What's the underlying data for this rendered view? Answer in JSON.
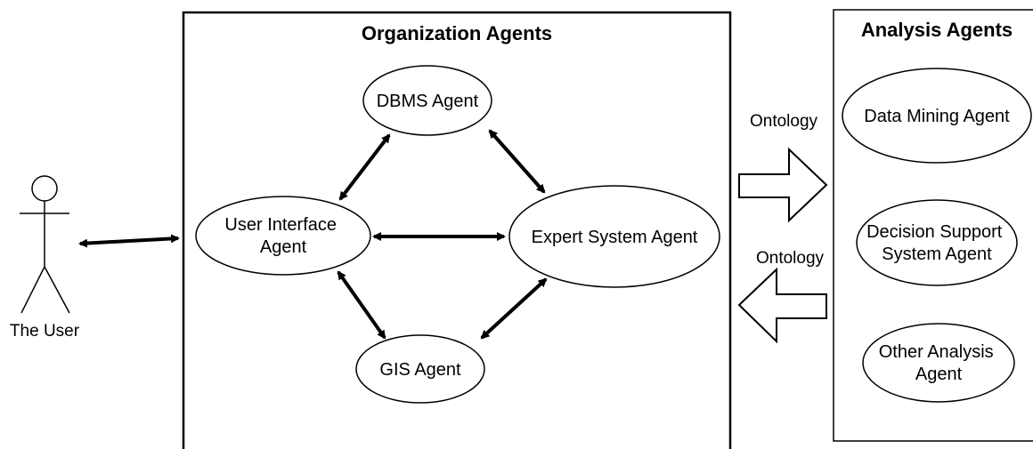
{
  "actor": {
    "label": "The User"
  },
  "organization": {
    "title": "Organization Agents",
    "nodes": {
      "dbms": [
        "DBMS Agent"
      ],
      "ui": [
        "User Interface",
        "Agent"
      ],
      "expert": [
        "Expert System Agent"
      ],
      "gis": [
        "GIS Agent"
      ]
    }
  },
  "analysis": {
    "title": "Analysis Agents",
    "nodes": {
      "dm": [
        "Data Mining Agent"
      ],
      "dss": [
        "Decision Support",
        "System Agent"
      ],
      "other": [
        "Other Analysis",
        "Agent"
      ]
    }
  },
  "flows": {
    "top_label": "Ontology",
    "bottom_label": "Ontology"
  }
}
